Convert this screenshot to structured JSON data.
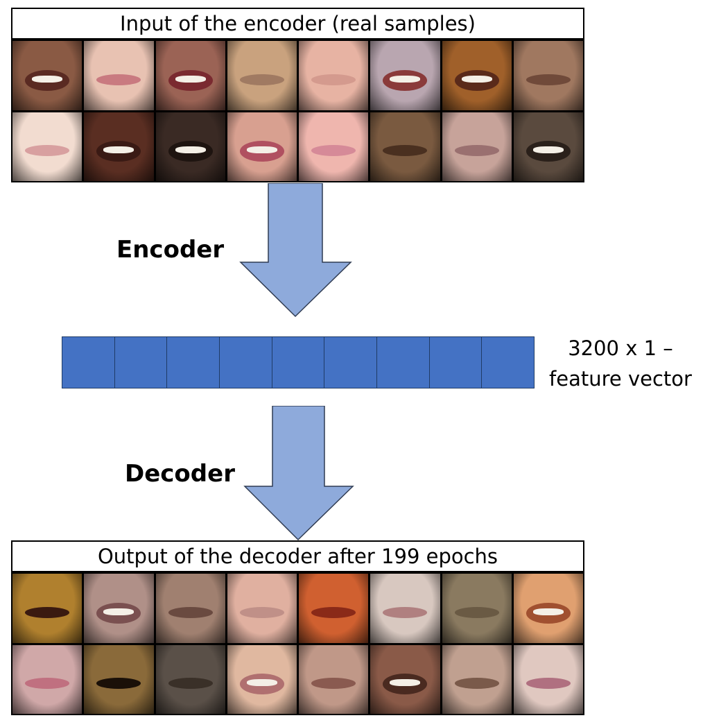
{
  "input_panel": {
    "title": "Input of the encoder (real samples)",
    "images": [
      {
        "bg": "#8a5a44",
        "lip": "#5a2a22",
        "teeth": true
      },
      {
        "bg": "#e8c2b2",
        "lip": "#c97a80",
        "teeth": false
      },
      {
        "bg": "#9b6355",
        "lip": "#7a2a30",
        "teeth": true
      },
      {
        "bg": "#c9a27e",
        "lip": "#a07a62",
        "teeth": false
      },
      {
        "bg": "#e7b3a3",
        "lip": "#d49a8e",
        "teeth": false
      },
      {
        "bg": "#b9a6b0",
        "lip": "#8a3a3a",
        "teeth": true
      },
      {
        "bg": "#a0602a",
        "lip": "#5a2a1a",
        "teeth": true
      },
      {
        "bg": "#a07860",
        "lip": "#704a3a",
        "teeth": false
      },
      {
        "bg": "#f2dcd0",
        "lip": "#d8a0a0",
        "teeth": false
      },
      {
        "bg": "#5a2e22",
        "lip": "#3a1a14",
        "teeth": true
      },
      {
        "bg": "#3a2a24",
        "lip": "#1e1410",
        "teeth": true
      },
      {
        "bg": "#d8a090",
        "lip": "#b05060",
        "teeth": true
      },
      {
        "bg": "#efb6ae",
        "lip": "#d68a98",
        "teeth": false
      },
      {
        "bg": "#7a5a40",
        "lip": "#4a3020",
        "teeth": false
      },
      {
        "bg": "#c7a39a",
        "lip": "#9a7070",
        "teeth": false
      },
      {
        "bg": "#5a4a3e",
        "lip": "#2a201a",
        "teeth": true
      }
    ]
  },
  "encoder": {
    "label": "Encoder"
  },
  "feature_vector": {
    "slot_count": 9,
    "caption_line1": "3200 x 1 –",
    "caption_line2": "feature vector"
  },
  "decoder": {
    "label": "Decoder"
  },
  "output_panel": {
    "title": "Output of the decoder after 199 epochs",
    "images": [
      {
        "bg": "#b0802e",
        "lip": "#3a1a10",
        "teeth": false
      },
      {
        "bg": "#b09088",
        "lip": "#7a5050",
        "teeth": true
      },
      {
        "bg": "#a08070",
        "lip": "#6a4a40",
        "teeth": false
      },
      {
        "bg": "#e0b0a0",
        "lip": "#c09088",
        "teeth": false
      },
      {
        "bg": "#d06030",
        "lip": "#8a2a18",
        "teeth": false
      },
      {
        "bg": "#d8c8c0",
        "lip": "#b08080",
        "teeth": false
      },
      {
        "bg": "#8a7a60",
        "lip": "#6a5a44",
        "teeth": false
      },
      {
        "bg": "#e0a070",
        "lip": "#a05030",
        "teeth": true
      },
      {
        "bg": "#d0a8a8",
        "lip": "#c07080",
        "teeth": false
      },
      {
        "bg": "#8a6a3a",
        "lip": "#1a1008",
        "teeth": false
      },
      {
        "bg": "#5a5048",
        "lip": "#3a3028",
        "teeth": false
      },
      {
        "bg": "#e0b8a0",
        "lip": "#b07070",
        "teeth": true
      },
      {
        "bg": "#c09888",
        "lip": "#8a5a50",
        "teeth": false
      },
      {
        "bg": "#8a5a48",
        "lip": "#4a2a20",
        "teeth": true
      },
      {
        "bg": "#c0a090",
        "lip": "#7a5a4a",
        "teeth": false
      },
      {
        "bg": "#e0c8c0",
        "lip": "#b07080",
        "teeth": false
      }
    ]
  },
  "colors": {
    "arrow_fill": "#8eaadb",
    "arrow_stroke": "#2f3b52",
    "vector_fill": "#4472c4"
  }
}
